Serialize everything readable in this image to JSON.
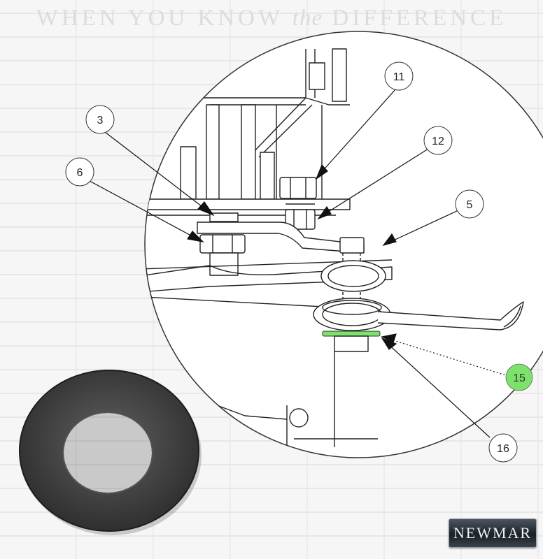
{
  "header": {
    "slogan_a": "WHEN YOU KNOW ",
    "slogan_b": "the",
    "slogan_c": " DIFFERENCE"
  },
  "callouts": [
    {
      "id": "c11",
      "label": "11"
    },
    {
      "id": "c3",
      "label": "3"
    },
    {
      "id": "c12",
      "label": "12"
    },
    {
      "id": "c6",
      "label": "6"
    },
    {
      "id": "c5",
      "label": "5"
    },
    {
      "id": "c15",
      "label": "15"
    },
    {
      "id": "c16",
      "label": "16"
    }
  ],
  "highlight_color": "#7be36a",
  "brand": {
    "logo_text": "NEWMAR"
  }
}
